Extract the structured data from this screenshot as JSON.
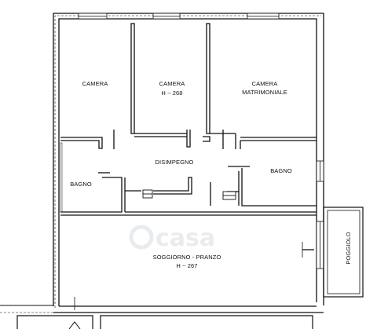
{
  "rooms": {
    "camera": {
      "line1": "CAMERA"
    },
    "camera2": {
      "line1": "CAMERA",
      "line2": "H ~ 268"
    },
    "matrimoniale": {
      "line1": "CAMERA",
      "line2": "MATRIMONIALE"
    },
    "disimpegno": {
      "line1": "DISIMPEGNO"
    },
    "bagno_left": {
      "line1": "BAGNO"
    },
    "bagno_right": {
      "line1": "BAGNO"
    },
    "soggiorno": {
      "line1": "SOGGIORNO - PRANZO",
      "line2": "H ~ 267"
    },
    "poggiolo": {
      "line1": "POGGIOLO"
    }
  },
  "watermark": {
    "text": "casa"
  },
  "colors": {
    "wall": "#111111",
    "background": "#ffffff",
    "watermark": "#e9ecef"
  }
}
